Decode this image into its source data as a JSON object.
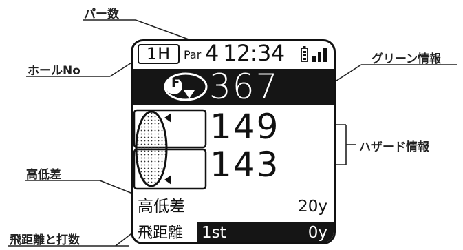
{
  "callouts": {
    "par_count": "パー数",
    "hole_no": "ホールNo",
    "green_info": "グリーン情報",
    "hazard_info": "ハザード情報",
    "elevation": "高低差",
    "flight_and_strokes": "飛距離と打数"
  },
  "screen": {
    "hole": "1H",
    "par_label": "Par",
    "par_value": "4",
    "time": "12:34",
    "battery_icon": "battery-icon",
    "signal_icon": "signal-bars-icon",
    "green_icon_letter": "F",
    "green_distance": "367",
    "hazard_distances": [
      "149",
      "143"
    ],
    "elevation_label": "高低差",
    "elevation_value": "20y",
    "flight_label": "飛距離",
    "stroke_label": "1st",
    "flight_distance": "0y"
  }
}
